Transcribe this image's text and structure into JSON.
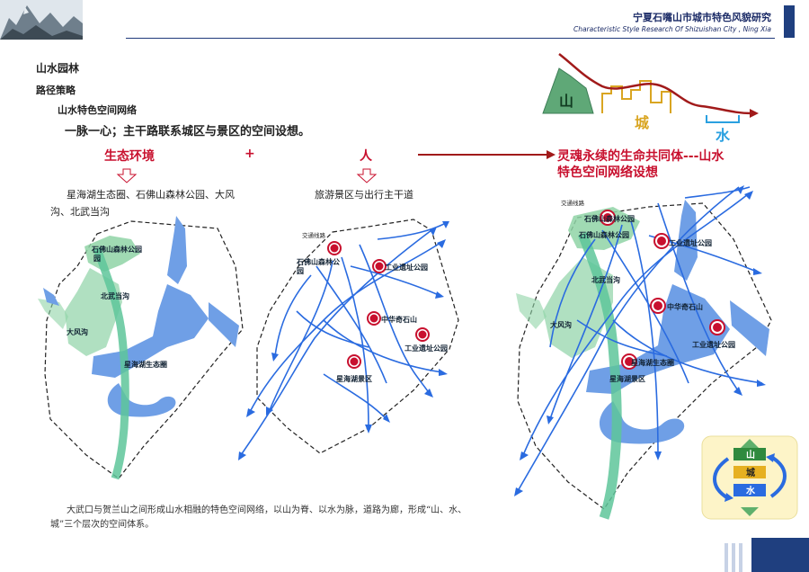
{
  "header": {
    "title": "宁夏石嘴山市城市特色风貌研究",
    "subtitle": "Characteristic  Style Research Of Shizuishan City , Ning Xia",
    "accent_color": "#1f3f7f"
  },
  "section": {
    "heading": "山水园林",
    "subheading": "路径策略",
    "topic": "山水特色空间网络",
    "statement": "一脉一心；主干路联系城区与景区的空间设想。"
  },
  "formula": {
    "term1": "生态环境",
    "plus": "+",
    "term2": "人",
    "result_line1": "灵魂永续的生命共同体---山水",
    "result_line2": "特色空间网络设想",
    "desc1": "星海湖生态圈、石佛山森林公园、大风沟、北武当沟",
    "desc2": "旅游景区与出行主干道",
    "arrow_color": "#a11a1a"
  },
  "icon": {
    "mountain": "山",
    "city": "城",
    "water": "水"
  },
  "map1": {
    "labels": {
      "park": "石佛山森林公园",
      "north_gully": "北武当沟",
      "wind_gully": "大风沟",
      "lake_circle": "星海湖生态圈"
    }
  },
  "map2": {
    "labels": {
      "traffic": "交通线路",
      "park": "石佛山森林公",
      "park_end": "园",
      "industrial1": "工业遗址公园",
      "rock": "中华奇石山",
      "industrial2": "工业遗址公园",
      "lake": "星海湖景区"
    }
  },
  "map3": {
    "labels": {
      "traffic": "交通线路",
      "park_a": "石佛山森林公园",
      "park_b": "石佛山森林公园",
      "industrial1": "工业遗址公园",
      "north_gully": "北武当沟",
      "rock": "中华奇石山",
      "wind_gully": "大风沟",
      "industrial2": "工业遗址公园",
      "lake_circle": "星海湖生态圈",
      "lake": "星海湖景区"
    }
  },
  "cycle": {
    "mountain": "山",
    "city": "城",
    "water": "水"
  },
  "caption": "大武口与贺兰山之间形成山水相融的特色空间网络，以山为脊、以水为脉，道路为廊，形成“山、水、城”三个层次的空间体系。",
  "colors": {
    "water": "#6f9fe6",
    "green": "#8fd3a6",
    "route": "#2a6be0",
    "poi": "#c8102e",
    "red_text": "#c8102e"
  }
}
